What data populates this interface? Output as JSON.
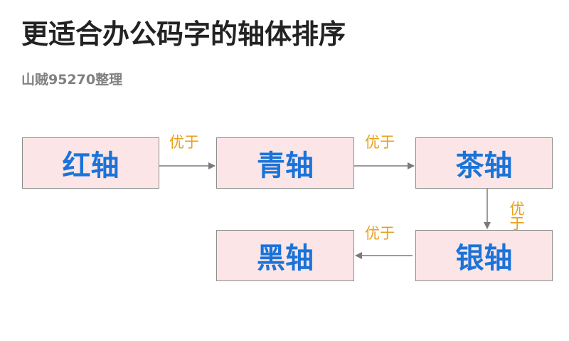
{
  "title": "更适合办公码字的轴体排序",
  "subtitle": "山贼95270整理",
  "nodes": {
    "red": "红轴",
    "blue": "青轴",
    "brown": "茶轴",
    "silver": "银轴",
    "black": "黑轴"
  },
  "edges": [
    {
      "from": "红轴",
      "to": "青轴",
      "label": "优于"
    },
    {
      "from": "青轴",
      "to": "茶轴",
      "label": "优于"
    },
    {
      "from": "茶轴",
      "to": "银轴",
      "label": "优于"
    },
    {
      "from": "银轴",
      "to": "黑轴",
      "label": "优于"
    }
  ],
  "colors": {
    "node_fill": "#fbe5e6",
    "node_border": "#8c8c8c",
    "node_text": "#1a73d9",
    "edge_label": "#e8a01c",
    "arrow": "#7a7a7a",
    "title": "#222222",
    "subtitle": "#808080"
  }
}
